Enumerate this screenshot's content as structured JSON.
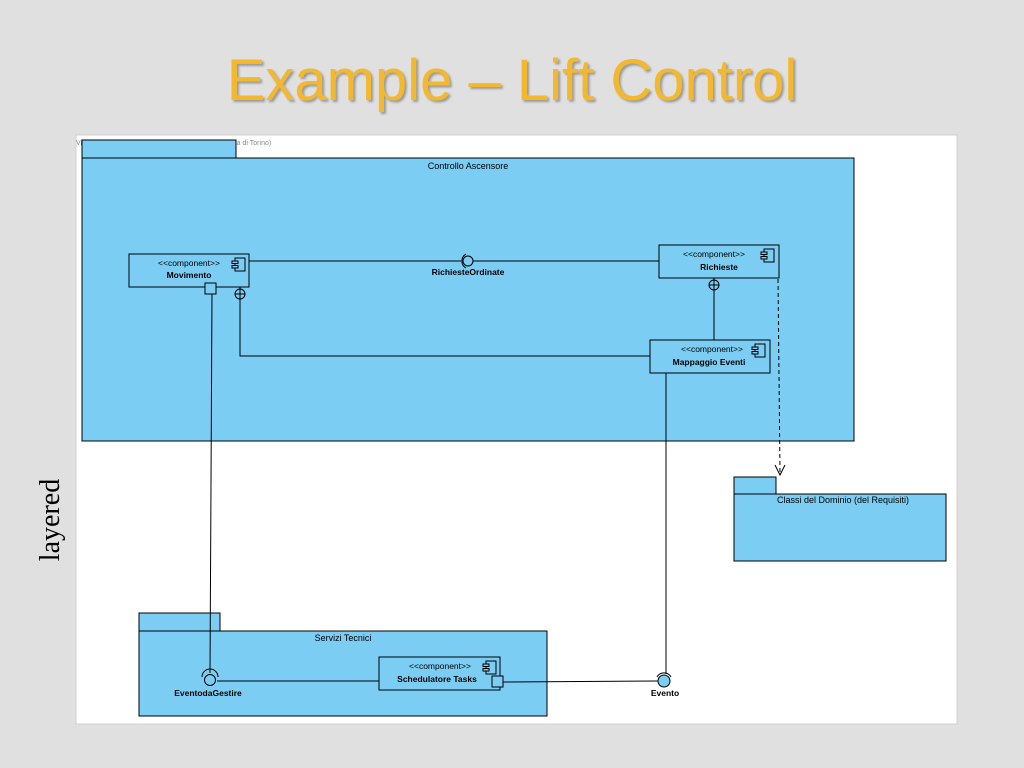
{
  "slide": {
    "title": "Example – Lift Control",
    "side_label": "layered"
  },
  "diagram": {
    "watermark": "Visual Paradigm for UML Standard Edition(Universita di Torino)",
    "packages": {
      "controllo": "Controllo Ascensore",
      "dominio": "Classi del Dominio (del Requisiti)",
      "servizi": "Servizi Tecnici"
    },
    "stereotype": "<<component>>",
    "components": {
      "movimento": "Movimento",
      "richieste": "Richieste",
      "mappaggio": "Mappaggio Eventi",
      "schedulatore": "Schedulatore Tasks"
    },
    "interfaces": {
      "richieste_ordinate": "RichiesteOrdinate",
      "evento_da_gestire": "EventodaGestire",
      "evento": "Evento"
    },
    "colors": {
      "package_fill": "#7ccdf3",
      "canvas": "#ffffff",
      "line": "#000000"
    }
  }
}
